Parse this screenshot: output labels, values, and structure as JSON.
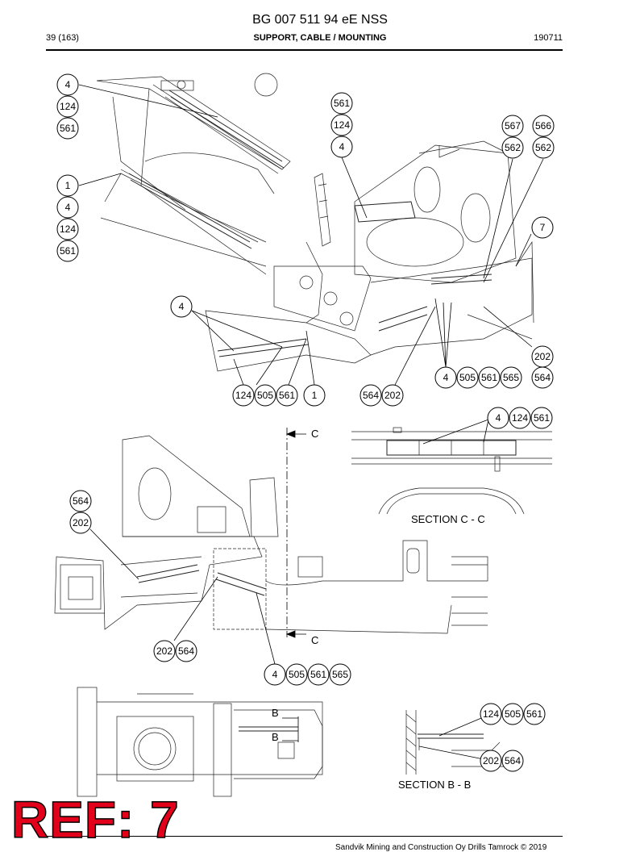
{
  "header": {
    "doc_number": "BG 007 511 94 eE NSS",
    "page": "39 (163)",
    "subject": "SUPPORT, CABLE / MOUNTING",
    "date": "190711"
  },
  "callouts": {
    "a1": "4",
    "a2": "124",
    "a3": "561",
    "b1": "1",
    "b2": "4",
    "b3": "124",
    "b4": "561",
    "c1": "561",
    "c2": "124",
    "c3": "4",
    "d1": "567",
    "d2": "566",
    "d3": "562",
    "d4": "562",
    "e1": "7",
    "f1": "4",
    "g1": "124",
    "g2": "505",
    "g3": "561",
    "g4": "1",
    "h1": "564",
    "h2": "202",
    "i1": "202",
    "j1": "4",
    "j2": "505",
    "j3": "561",
    "j4": "565",
    "j5": "564",
    "k1": "4",
    "k2": "124",
    "k3": "561",
    "l1": "564",
    "l2": "202",
    "m1": "202",
    "m2": "564",
    "n1": "4",
    "n2": "505",
    "n3": "561",
    "n4": "565",
    "o1": "124",
    "o2": "505",
    "o3": "561",
    "p1": "202",
    "p2": "564"
  },
  "labels": {
    "section_cc": "SECTION C - C",
    "section_bb": "SECTION B - B",
    "c_top": "C",
    "c_bottom": "C",
    "b_top": "B",
    "b_bottom": "B"
  },
  "ref_stamp": "REF: 7",
  "footer": "Sandvik Mining and Construction Oy Drills Tamrock © 2019"
}
